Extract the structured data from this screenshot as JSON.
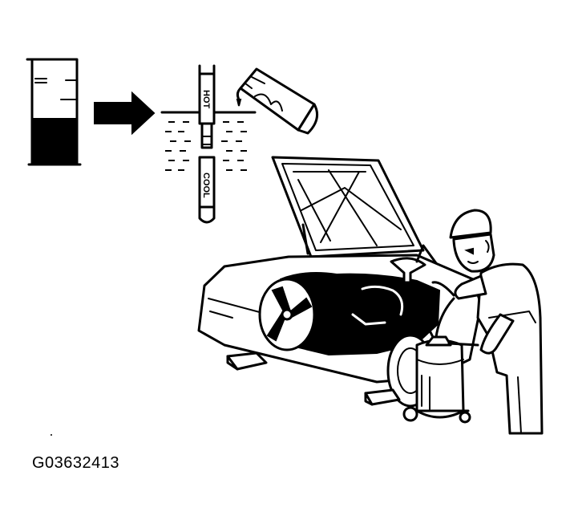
{
  "figure_code": "G03632413",
  "dipstick": {
    "hot_label": "HOT",
    "cool_label": "COOL"
  }
}
